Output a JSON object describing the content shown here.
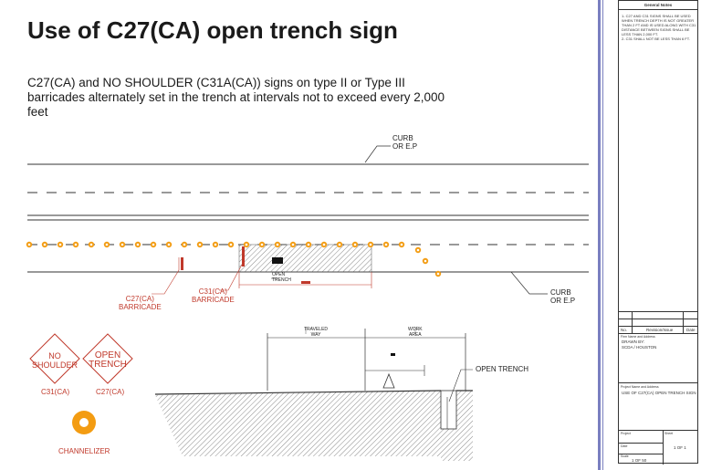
{
  "title": "Use of C27(CA) open trench sign",
  "subtitle": "C27(CA) and NO SHOULDER (C31A(CA)) signs on type II or Type III barricades alternately set in the trench at intervals not to exceed every 2,000 feet",
  "plan": {
    "curb_top": "CURB\nOR E.P",
    "curb_bottom": "CURB\nOR E.P",
    "open_trench": "OPEN\nTRENCH",
    "barricade_left": "C27(CA)\nBARRICADE",
    "barricade_right": "C31(CA)\nBARRICADE"
  },
  "section": {
    "traveled_way": "TRAVELED\nWAY",
    "work_area": "WORK\nAREA",
    "open_trench": "OPEN TRENCH"
  },
  "signs": {
    "c31_text": "NO\nSHOULDER",
    "c31_label": "C31(CA)",
    "c27_text": "OPEN\nTRENCH",
    "c27_label": "C27(CA)",
    "channelizer_label": "CHANNELIZER"
  },
  "titleblock": {
    "header": "General Notes",
    "notes": "1- C27 AND C31 SIGNS SHALL BE USED WHEN TRENCH DEPTH IS NOT GREATER THAN 2 FT AND IS USED ALONG WITH C31 DISTANCE BETWEEN SIGNS SHALL BE LESS THAN 2,000 FT.\n2- C31 SHALL NOT BE LESS THAN 6 FT.",
    "revision_no": "No.",
    "revision_label": "Revision/Issue",
    "revision_date": "Date",
    "firm_label": "Firm Name and Address",
    "drawn_by": "DRAWN BY:\nSCDA / HOUSTON",
    "sheet_label": "Project Name and Address",
    "sheet_title": "USE OF C27(CA) OPEN TRENCH SIGN",
    "project_label": "Project",
    "sheet_no_label": "Sheet",
    "date_label": "Date",
    "sheet_value": "1 OF 1",
    "scale_label": "Scale",
    "scale_value": "1 OF 50"
  },
  "colors": {
    "sign_red": "#c0392b",
    "channelizer": "#f39c12",
    "margin": "#7a7fc0"
  }
}
